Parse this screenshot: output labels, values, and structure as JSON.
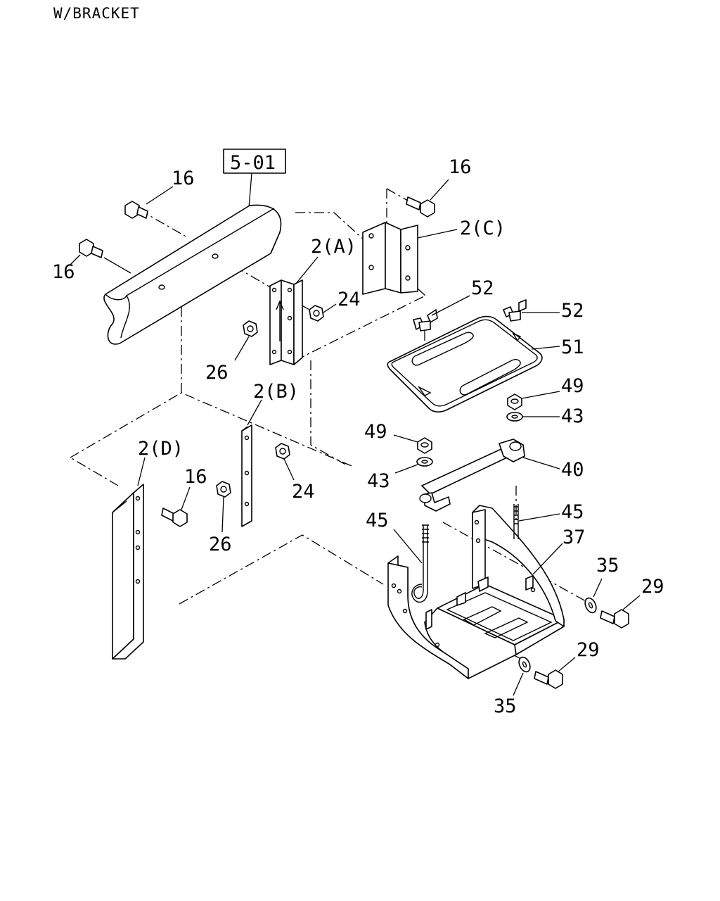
{
  "header": {
    "title": "W/BRACKET"
  },
  "reference": {
    "box_label": "5-01"
  },
  "labels": {
    "bolt_16_top": "16",
    "bolt_16_left": "16",
    "bolt_16_right": "16",
    "bolt_16_lower": "16",
    "bracket_2a": "2(A)",
    "bracket_2b": "2(B)",
    "bracket_2c": "2(C)",
    "bracket_2d": "2(D)",
    "nut_24_upper": "24",
    "nut_24_lower": "24",
    "nut_26_upper": "26",
    "nut_26_lower": "26",
    "wingnut_52_left": "52",
    "wingnut_52_right": "52",
    "cover_51": "51",
    "nut_49_right": "49",
    "nut_49_left": "49",
    "washer_43_right": "43",
    "washer_43_left": "43",
    "clamp_40": "40",
    "rod_45_left": "45",
    "rod_45_right": "45",
    "tray_37": "37",
    "washer_35_right": "35",
    "washer_35_lower": "35",
    "bolt_29_right": "29",
    "bolt_29_lower": "29"
  }
}
